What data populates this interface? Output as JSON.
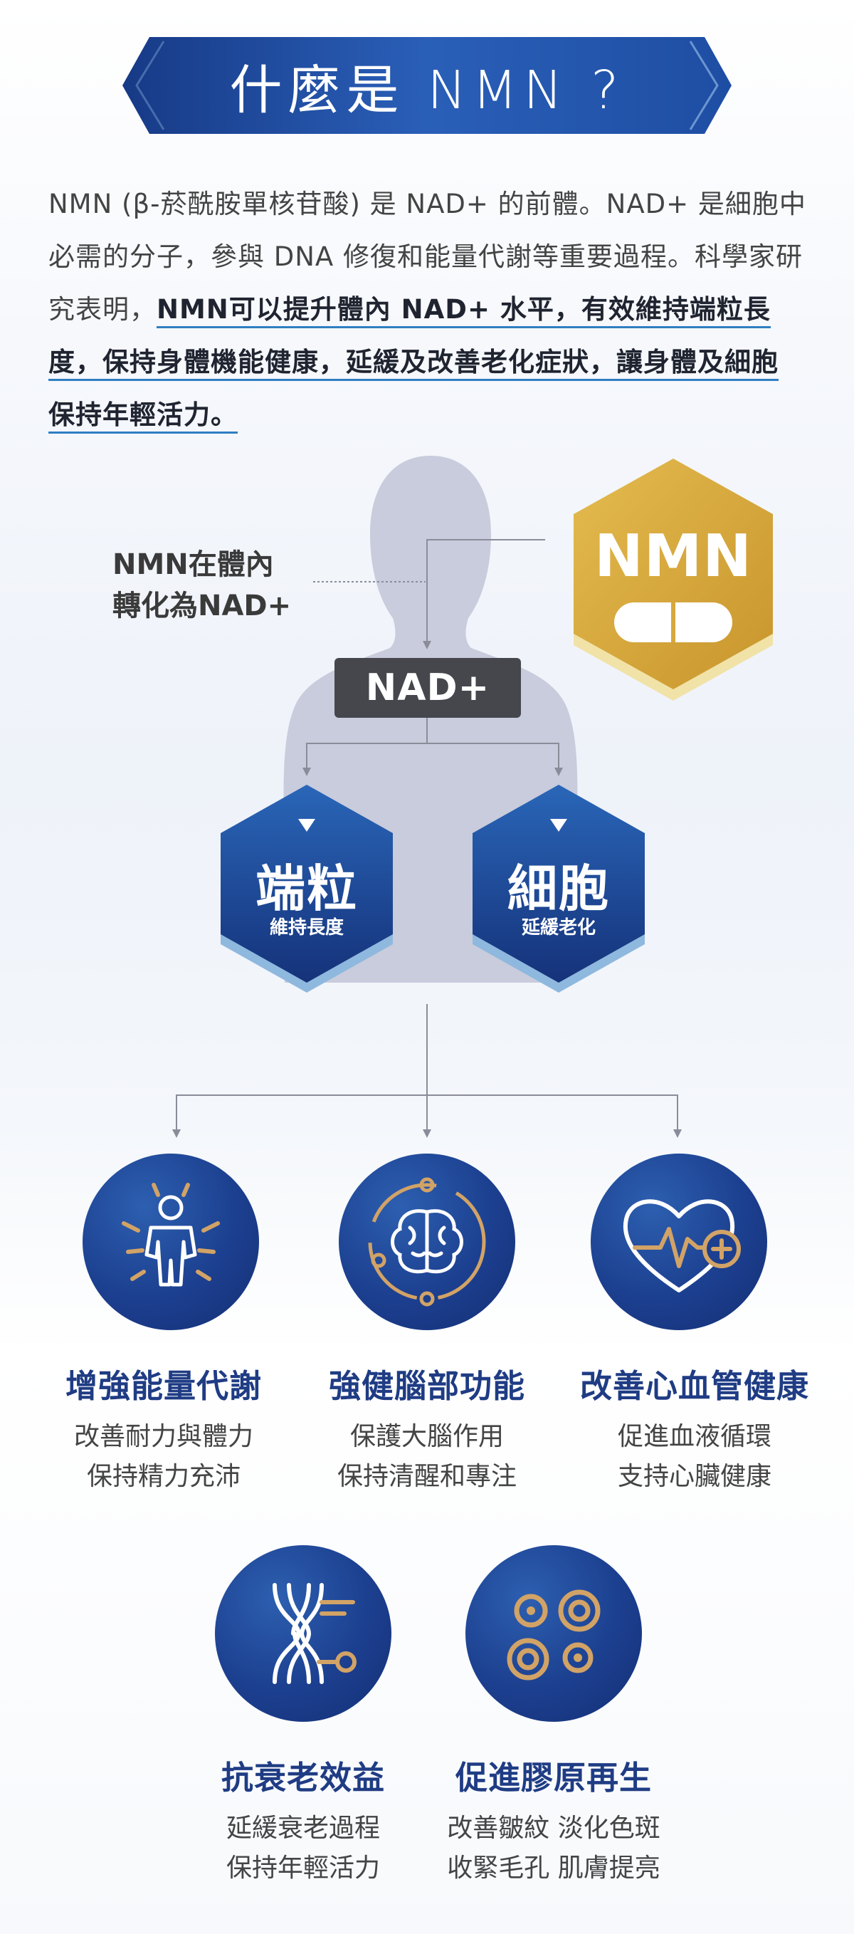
{
  "title": "什麼是 NMN ?",
  "intro": {
    "plain": "NMN (β-菸酰胺單核苷酸) 是 NAD+ 的前體。NAD+ 是細胞中必需的分子，參與 DNA 修復和能量代謝等重要過程。科學家研究表明，",
    "highlight_1": "NMN可以提升體內 NAD+ 水平，有效維持端粒長",
    "highlight_2": "度，保持身體機能健康，延緩及改善老化症狀，讓身體及細胞",
    "highlight_3": "保持年輕活力。"
  },
  "diagram": {
    "conversion_label_1": "NMN在體內",
    "conversion_label_2": "轉化為NAD+",
    "nad_label": "NAD+",
    "nmn_label": "NMN",
    "telomere": {
      "title": "端粒",
      "subtitle": "維持長度"
    },
    "cell": {
      "title": "細胞",
      "subtitle": "延緩老化"
    }
  },
  "benefits": [
    {
      "icon": "energetic-person-icon",
      "title": "增強能量代謝",
      "line1": "改善耐力與體力",
      "line2": "保持精力充沛"
    },
    {
      "icon": "brain-icon",
      "title": "強健腦部功能",
      "line1": "保護大腦作用",
      "line2": "保持清醒和專注"
    },
    {
      "icon": "heart-health-icon",
      "title": "改善心血管健康",
      "line1": "促進血液循環",
      "line2": "支持心臟健康"
    },
    {
      "icon": "chromosome-icon",
      "title": "抗衰老效益",
      "line1": "延緩衰老過程",
      "line2": "保持年輕活力"
    },
    {
      "icon": "collagen-cells-icon",
      "title": "促進膠原再生",
      "line1": "改善皺紋 淡化色斑",
      "line2": "收緊毛孔 肌膚提亮"
    }
  ],
  "colors": {
    "navy": "#1f3c84",
    "gold": "#d6a93b",
    "dark_gray": "#45474d",
    "silhouette": "#c9ccdc"
  }
}
